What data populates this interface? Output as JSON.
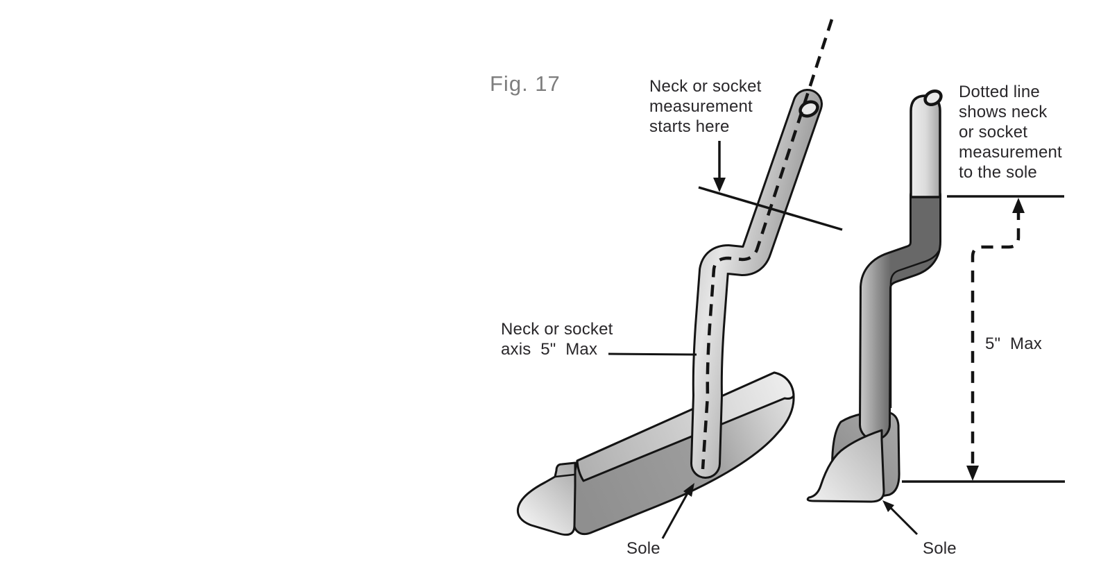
{
  "figure": {
    "label": "Fig. 17",
    "description": "Putter neck or socket measurement diagram with two club views"
  },
  "labels": {
    "neck_start": "Neck or socket\nmeasurement\nstarts here",
    "dotted_note": "Dotted line\nshows neck\nor socket\nmeasurement\nto the sole",
    "neck_axis": "Neck or socket\naxis  5\"  Max",
    "five_max": "5\"  Max",
    "sole_left": "Sole",
    "sole_right": "Sole"
  },
  "colors": {
    "background": "#ffffff",
    "outline": "#141414",
    "text": "#29272a",
    "figure_label_gray": "#7d7d7d",
    "metal_light": "#efefef",
    "metal_mid": "#a9a9a9",
    "metal_dark": "#6f6f6f"
  }
}
